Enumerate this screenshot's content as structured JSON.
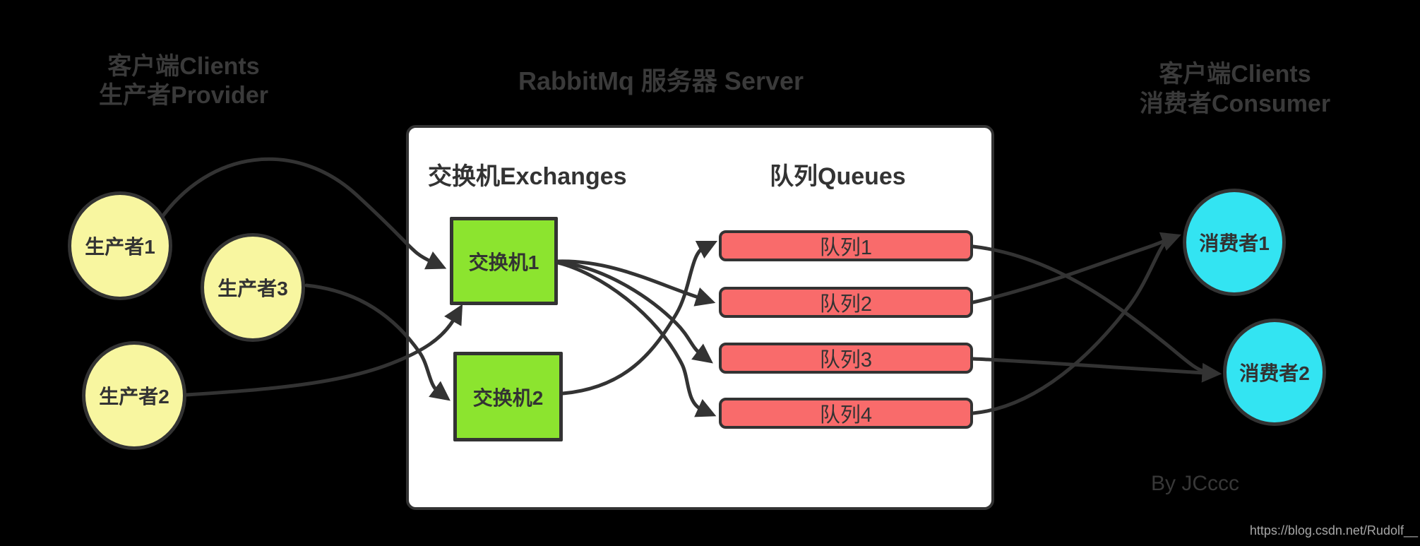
{
  "titles": {
    "left_line1": "客户端Clients",
    "left_line2": "生产者Provider",
    "center": "RabbitMq 服务器 Server",
    "right_line1": "客户端Clients",
    "right_line2": "消费者Consumer"
  },
  "server_box": {
    "exchanges_heading": "交换机Exchanges",
    "queues_heading": "队列Queues"
  },
  "producers": [
    {
      "label": "生产者1"
    },
    {
      "label": "生产者2"
    },
    {
      "label": "生产者3"
    }
  ],
  "exchanges": [
    {
      "label": "交换机1"
    },
    {
      "label": "交换机2"
    }
  ],
  "queues": [
    {
      "label": "队列1"
    },
    {
      "label": "队列2"
    },
    {
      "label": "队列3"
    },
    {
      "label": "队列4"
    }
  ],
  "consumers": [
    {
      "label": "消费者1"
    },
    {
      "label": "消费者2"
    }
  ],
  "connections": [
    {
      "from": "producer-1",
      "to": "exchange-1"
    },
    {
      "from": "producer-2",
      "to": "exchange-1"
    },
    {
      "from": "producer-3",
      "to": "exchange-2"
    },
    {
      "from": "exchange-1",
      "to": "queue-2"
    },
    {
      "from": "exchange-1",
      "to": "queue-3"
    },
    {
      "from": "exchange-1",
      "to": "queue-4"
    },
    {
      "from": "exchange-2",
      "to": "queue-1"
    },
    {
      "from": "queue-1",
      "to": "consumer-2"
    },
    {
      "from": "queue-2",
      "to": "consumer-1"
    },
    {
      "from": "queue-3",
      "to": "consumer-2"
    },
    {
      "from": "queue-4",
      "to": "consumer-1"
    }
  ],
  "watermark": {
    "author": "By JCccc",
    "url": "https://blog.csdn.net/Rudolf__"
  },
  "colors": {
    "background": "#000000",
    "producer_fill": "#f8f6a0",
    "exchange_fill": "#8ce42f",
    "queue_fill": "#f96b6b",
    "consumer_fill": "#33e4f2",
    "server_box_fill": "#ffffff",
    "line": "#333333",
    "title_text": "#3a3a3a"
  }
}
